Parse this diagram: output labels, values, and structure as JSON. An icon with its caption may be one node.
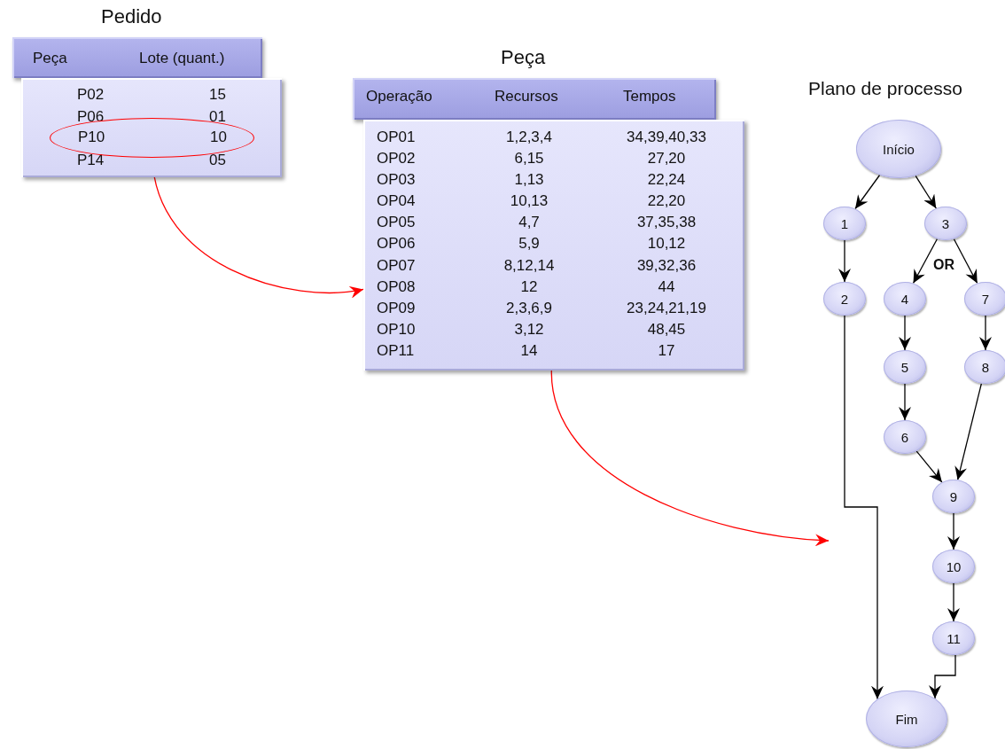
{
  "diagram": {
    "nodes": [
      {
        "text": [
          "Pedido",
          "Peça",
          "Lote (quant.)"
        ]
      },
      {
        "text": [
          "P02",
          "15",
          "P06",
          "01",
          "P14",
          "05"
        ]
      },
      {
        "text": [
          "P10",
          "10"
        ],
        "in": 1
      },
      {
        "text": [
          "Peça",
          "Operação",
          "Recursos",
          "Tempos"
        ]
      },
      {
        "text": [
          "OP01",
          "1,2,3,4",
          "34,39,40,33",
          "OP02",
          "6,15",
          "27,20",
          "OP03",
          "1,13",
          "22,24",
          "OP04",
          "10,13",
          "22,20",
          "OP05",
          "4,7",
          "37,35,38",
          "OP06",
          "5,9",
          "10,12",
          "OP07",
          "8,12,14",
          "39,32,36",
          "OP08",
          "12",
          "44",
          "OP09",
          "2,3,6,9",
          "23,24,21,19",
          "OP10",
          "3,12",
          "48,45",
          "OP11",
          "14",
          "17"
        ]
      },
      {
        "text": [
          "Início"
        ]
      },
      {
        "text": [
          "1"
        ]
      },
      {
        "text": [
          "3"
        ]
      },
      {
        "text": [
          "2"
        ]
      },
      {
        "text": [
          "4"
        ]
      },
      {
        "text": [
          "7"
        ]
      },
      {
        "text": [
          "5"
        ]
      },
      {
        "text": [
          "8"
        ]
      },
      {
        "text": [
          "6"
        ]
      },
      {
        "text": [
          "9"
        ]
      },
      {
        "text": [
          "10"
        ]
      },
      {
        "text": [
          "11"
        ]
      },
      {
        "text": [
          "Fim"
        ]
      }
    ],
    "edges": [
      {
        "from": 2,
        "to": 4,
        "arrow": "to",
        "color": "#ff0000"
      },
      {
        "from": 4,
        "to": null,
        "arrow": "to",
        "color": "#ff0000"
      },
      {
        "from": 5,
        "to": 6,
        "arrow": "to"
      },
      {
        "from": 5,
        "to": 7,
        "arrow": "to"
      },
      {
        "from": 6,
        "to": 8,
        "arrow": "to"
      },
      {
        "from": 7,
        "to": 9,
        "arrow": "to"
      },
      {
        "from": 7,
        "to": 10,
        "arrow": "to"
      },
      {
        "from": 9,
        "to": 11,
        "arrow": "to"
      },
      {
        "from": 10,
        "to": 12,
        "arrow": "to"
      },
      {
        "from": 11,
        "to": 13,
        "arrow": "to"
      },
      {
        "from": 12,
        "to": 14,
        "arrow": "to"
      },
      {
        "from": 13,
        "to": 14,
        "arrow": "to"
      },
      {
        "from": 14,
        "to": 15,
        "arrow": "to"
      },
      {
        "from": 15,
        "to": 16,
        "arrow": "to"
      },
      {
        "from": 16,
        "to": 17,
        "arrow": "to"
      },
      {
        "from": 8,
        "to": 17,
        "arrow": "to"
      }
    ],
    "labels": [
      "Plano de processo",
      "OR"
    ]
  }
}
